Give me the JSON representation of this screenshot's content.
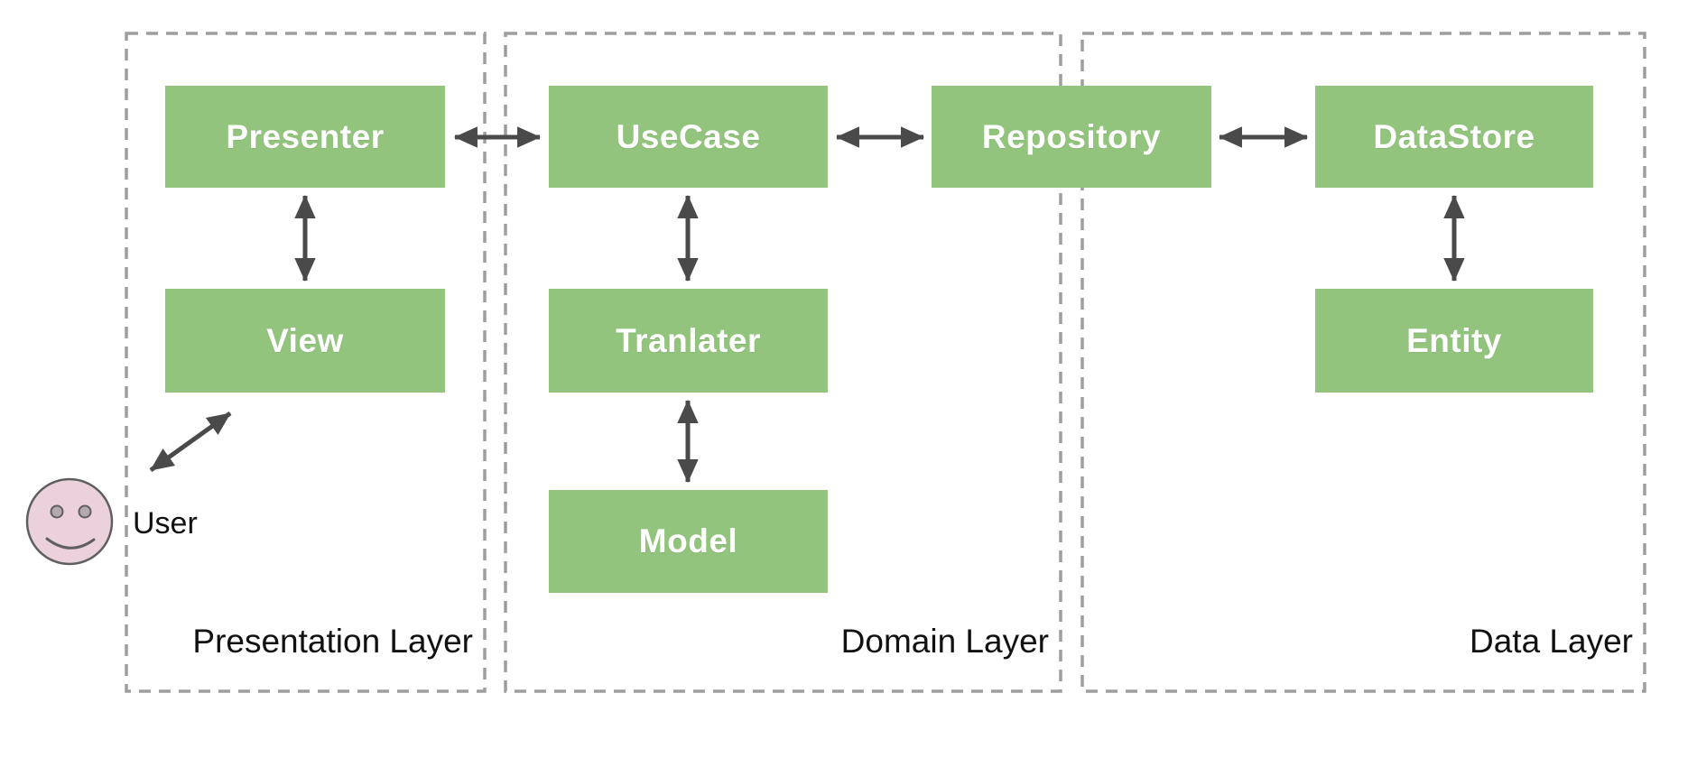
{
  "diagram": {
    "type": "layered-architecture",
    "background": "#ffffff"
  },
  "layers": [
    {
      "id": "presentation",
      "label": "Presentation Layer"
    },
    {
      "id": "domain",
      "label": "Domain Layer"
    },
    {
      "id": "data",
      "label": "Data Layer"
    }
  ],
  "nodes": [
    {
      "id": "presenter",
      "label": "Presenter",
      "layer": "presentation"
    },
    {
      "id": "view",
      "label": "View",
      "layer": "presentation"
    },
    {
      "id": "usecase",
      "label": "UseCase",
      "layer": "domain"
    },
    {
      "id": "tranlater",
      "label": "Tranlater",
      "layer": "domain"
    },
    {
      "id": "model",
      "label": "Model",
      "layer": "domain"
    },
    {
      "id": "repository",
      "label": "Repository",
      "layer": "domain-data-boundary"
    },
    {
      "id": "datastore",
      "label": "DataStore",
      "layer": "data"
    },
    {
      "id": "entity",
      "label": "Entity",
      "layer": "data"
    }
  ],
  "actor": {
    "id": "user",
    "label": "User",
    "icon": "smiley-face-icon"
  },
  "connections": [
    {
      "from": "user",
      "to": "view",
      "bidirectional": true
    },
    {
      "from": "presenter",
      "to": "view",
      "bidirectional": true
    },
    {
      "from": "presenter",
      "to": "usecase",
      "bidirectional": true
    },
    {
      "from": "usecase",
      "to": "tranlater",
      "bidirectional": true
    },
    {
      "from": "tranlater",
      "to": "model",
      "bidirectional": true
    },
    {
      "from": "usecase",
      "to": "repository",
      "bidirectional": true
    },
    {
      "from": "repository",
      "to": "datastore",
      "bidirectional": true
    },
    {
      "from": "datastore",
      "to": "entity",
      "bidirectional": true
    }
  ],
  "colors": {
    "node_fill": "#93c47d",
    "node_text": "#ffffff",
    "arrow": "#4a4a4a",
    "layer_border": "#9e9e9e",
    "label_text": "#111111",
    "face_fill": "#ead1dc",
    "face_stroke": "#5f5f5f",
    "face_eye_fill": "#b3a9af"
  }
}
